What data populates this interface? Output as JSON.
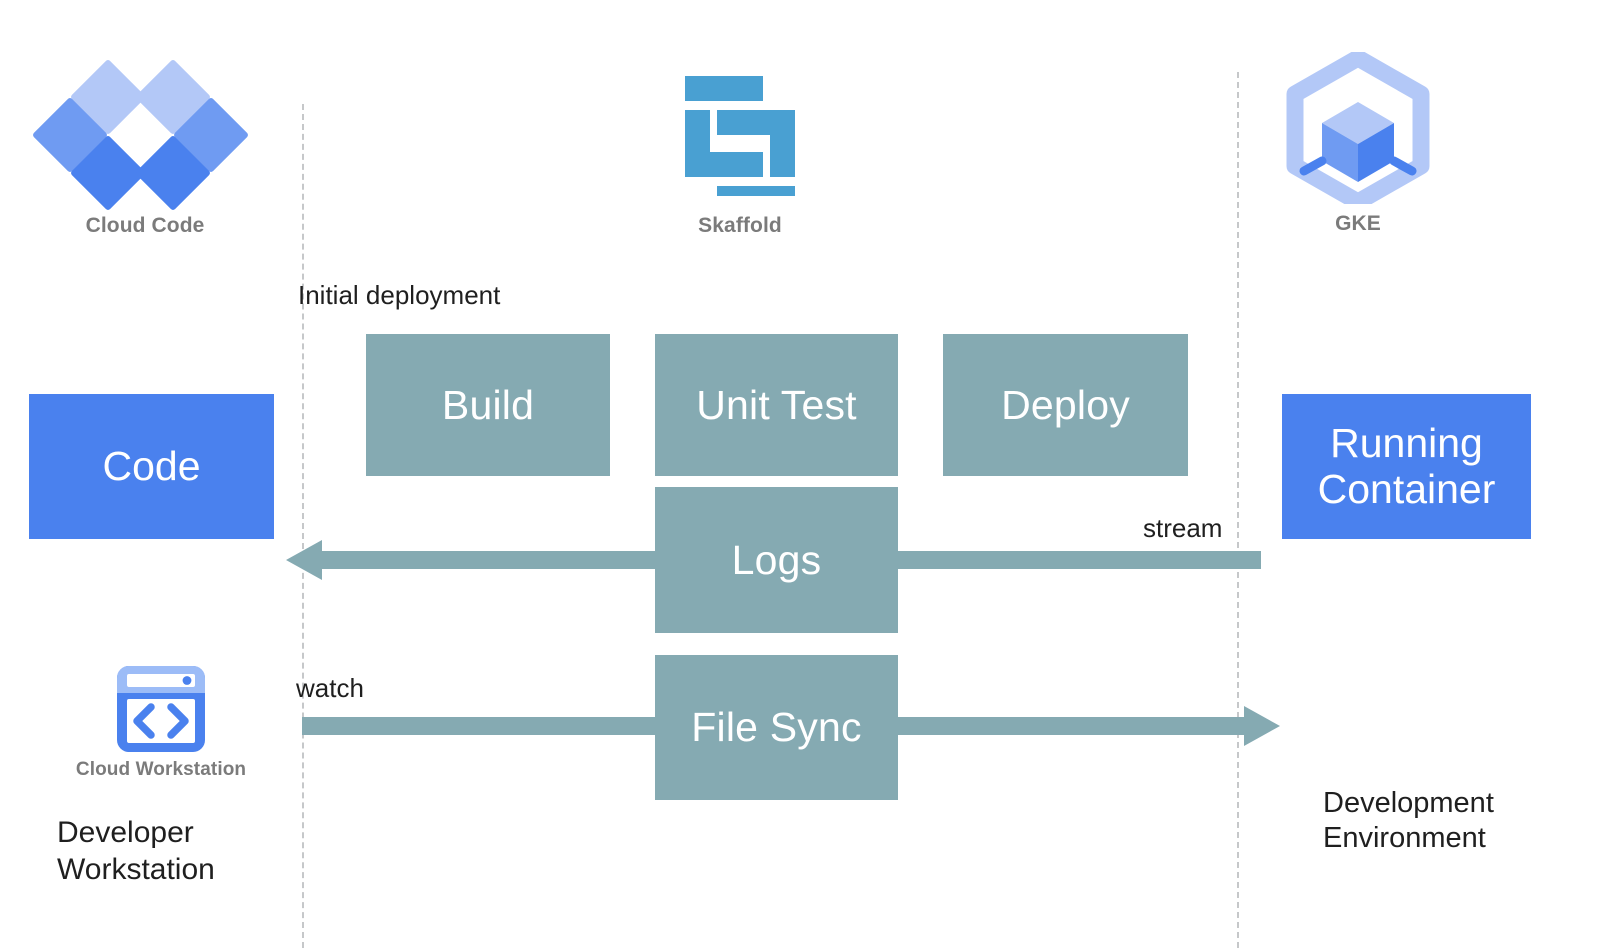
{
  "diagram": {
    "title": "Skaffold development loop between Developer Workstation and GKE Development Environment",
    "colors": {
      "process_box": "#85aab2",
      "endpoint_box": "#4a81ee",
      "arrow": "#85aab2",
      "boundary_dash": "#c6c8ca",
      "caption_gray": "#7b7b7b",
      "label_text": "#1f1f1f",
      "background": "#ffffff"
    }
  },
  "logos": [
    {
      "id": "cloud-code",
      "caption": "Cloud Code",
      "icon": "cloud-code-diamonds-icon"
    },
    {
      "id": "skaffold",
      "caption": "Skaffold",
      "icon": "skaffold-s-icon"
    },
    {
      "id": "gke",
      "caption": "GKE",
      "icon": "gke-hexagon-cube-icon"
    },
    {
      "id": "cloud-workstation",
      "caption": "Cloud Workstation",
      "icon": "cloud-workstation-window-icon"
    }
  ],
  "process_boxes": [
    {
      "id": "build",
      "label": "Build"
    },
    {
      "id": "unit-test",
      "label": "Unit Test"
    },
    {
      "id": "deploy",
      "label": "Deploy"
    },
    {
      "id": "logs",
      "label": "Logs"
    },
    {
      "id": "file-sync",
      "label": "File Sync"
    }
  ],
  "endpoint_boxes": [
    {
      "id": "code",
      "label": "Code"
    },
    {
      "id": "running-container",
      "line1": "Running",
      "line2": "Container"
    }
  ],
  "flow_labels": {
    "initial_deployment": "Initial deployment",
    "stream": "stream",
    "watch": "watch"
  },
  "zone_labels": {
    "developer_workstation_line1": "Developer",
    "developer_workstation_line2": "Workstation",
    "development_environment_line1": "Development",
    "development_environment_line2": "Environment"
  }
}
